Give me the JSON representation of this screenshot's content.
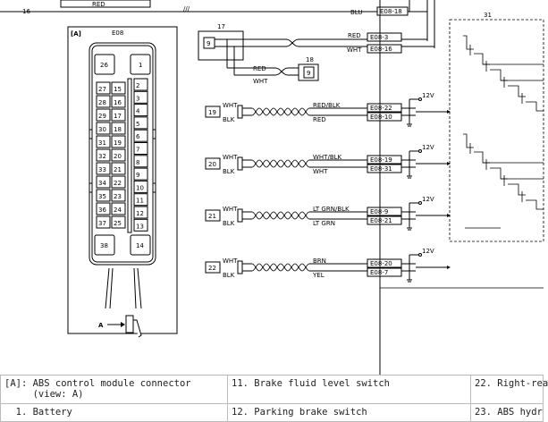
{
  "diagram": {
    "view_label": "[A]",
    "connector_id": "E08",
    "arrow_label": "A",
    "labels": {
      "n16": "16",
      "n17": "17",
      "n18": "18",
      "n31": "31",
      "top_red": "RED",
      "top_blu": "BLU",
      "top_e08_18": "E08-18",
      "box17_pin": "9",
      "box18_pin": "9",
      "red": "RED",
      "wht": "WHT",
      "red2": "RED",
      "wht2": "WHT",
      "e08_3": "E08-3",
      "e08_16": "E08-16"
    },
    "connector_pins": {
      "big_top_left": "26",
      "big_top_right": "1",
      "left_col": [
        "27",
        "28",
        "29",
        "30",
        "31",
        "32",
        "33",
        "34",
        "35",
        "36",
        "37"
      ],
      "mid_col": [
        "15",
        "16",
        "17",
        "18",
        "19",
        "20",
        "21",
        "22",
        "23",
        "24",
        "25"
      ],
      "right_col": [
        "2",
        "3",
        "4",
        "5",
        "6",
        "7",
        "8",
        "9",
        "10",
        "11",
        "12",
        "13"
      ],
      "big_bottom_left": "38",
      "big_bottom_right": "14"
    },
    "sensors": [
      {
        "id": "19",
        "in1": "WHT",
        "in2": "BLK",
        "out1": "RED/BLK",
        "out2": "RED",
        "pin1": "E08-22",
        "pin2": "E08-10",
        "volt": "12V"
      },
      {
        "id": "20",
        "in1": "WHT",
        "in2": "BLK",
        "out1": "WHT/BLK",
        "out2": "WHT",
        "pin1": "E08-19",
        "pin2": "E08-31",
        "volt": "12V"
      },
      {
        "id": "21",
        "in1": "WHT",
        "in2": "BLK",
        "out1": "LT GRN/BLK",
        "out2": "LT GRN",
        "pin1": "E08-9",
        "pin2": "E08-21",
        "volt": "12V"
      },
      {
        "id": "22",
        "in1": "WHT",
        "in2": "BLK",
        "out1": "BRN",
        "out2": "YEL",
        "pin1": "E08-20",
        "pin2": "E08-7",
        "volt": "12V"
      }
    ]
  },
  "legend": {
    "row1": [
      "[A]: ABS control module connector\n     (view: A)",
      "11. Brake fluid level switch",
      "22. Right-rea"
    ],
    "row2": [
      "  1. Battery",
      "12. Parking brake switch",
      "23. ABS hydr"
    ]
  }
}
